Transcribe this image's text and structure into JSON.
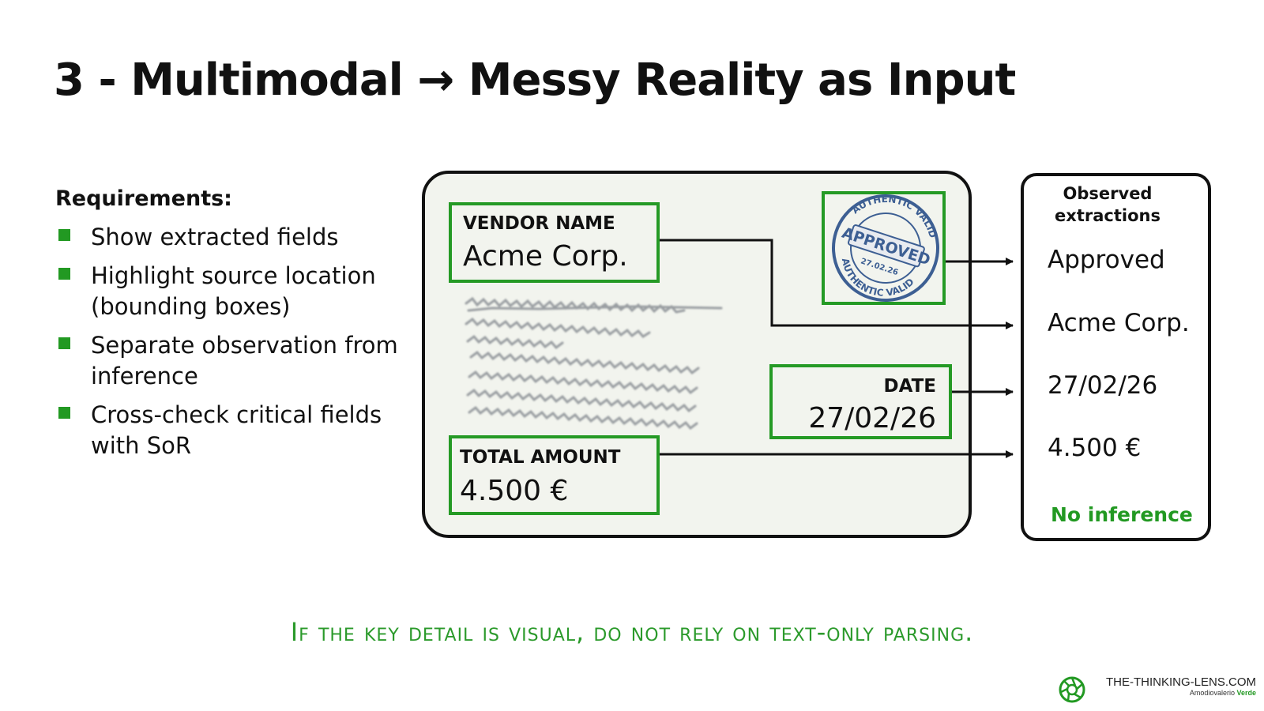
{
  "slide": {
    "title": "3 - Multimodal → Messy Reality as Input"
  },
  "requirements": {
    "heading": "Requirements:",
    "items": [
      "Show extracted fields",
      "Highlight source location (bounding boxes)",
      "Separate observation from inference",
      "Cross-check critical fields with SoR"
    ]
  },
  "document": {
    "vendor": {
      "label": "VENDOR NAME",
      "value": "Acme Corp."
    },
    "date": {
      "label": "DATE",
      "value": "27/02/26"
    },
    "total": {
      "label": "TOTAL AMOUNT",
      "value": "4.500 €"
    },
    "stamp": {
      "main": "APPROVED",
      "ring_top": "AUTHENTIC VALID",
      "ring_bottom": "AUTHENTIC VALID",
      "date": "27.02.26"
    }
  },
  "extractions": {
    "heading": "Observed extractions",
    "values": [
      "Approved",
      "Acme Corp.",
      "27/02/26",
      "4.500 €"
    ],
    "note": "No inference"
  },
  "callout": "If the key detail is visual, do not rely on text-only parsing.",
  "footer": {
    "brand": "THE-THINKING-LENS.COM",
    "author_first": "Amodiovalerio",
    "author_last": "Verde"
  },
  "colors": {
    "accent_green": "#229922",
    "stamp_blue": "#3d5f93",
    "document_bg": "#f2f4ee"
  },
  "icons": {
    "bullet": "square-bullet-icon",
    "arrow": "arrow-right-icon",
    "logo": "aperture-logo-icon"
  }
}
